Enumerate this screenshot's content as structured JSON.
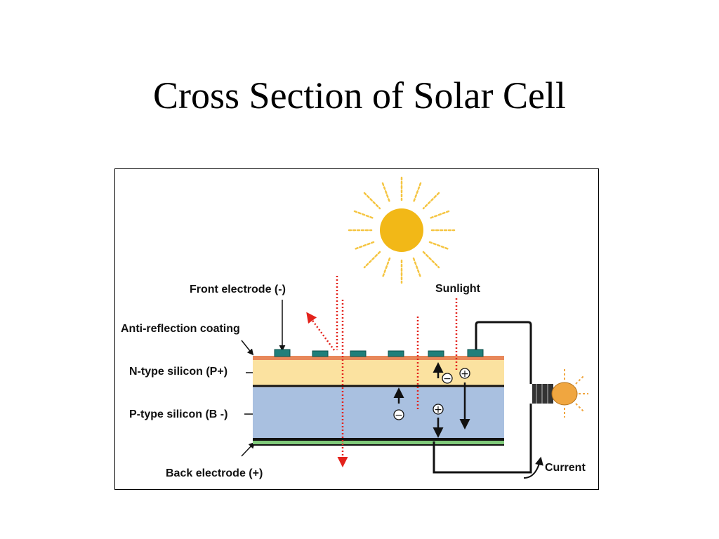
{
  "slide": {
    "title": "Cross Section of Solar Cell"
  },
  "diagram": {
    "labels": {
      "front_electrode": "Front electrode (-)",
      "anti_reflection": "Anti-reflection coating",
      "n_type": "N-type silicon (P+)",
      "p_type": "P-type silicon (B -)",
      "back_electrode": "Back electrode (+)",
      "sunlight": "Sunlight",
      "current": "Current"
    },
    "charges": {
      "electron_symbol": "−",
      "hole_symbol": "+"
    },
    "icons": [
      "sun-icon",
      "light-bulb-icon"
    ],
    "colors": {
      "sun": "#F2B817",
      "sun_rays": "#F5C542",
      "n_layer": "#FBE2A0",
      "p_layer": "#A9C0E0",
      "coating": "#E8885A",
      "electrode": "#1F7F7A",
      "back_electrode": "#7FC97A",
      "light_ray": "#E3221B",
      "bulb": "#F0A640"
    }
  }
}
